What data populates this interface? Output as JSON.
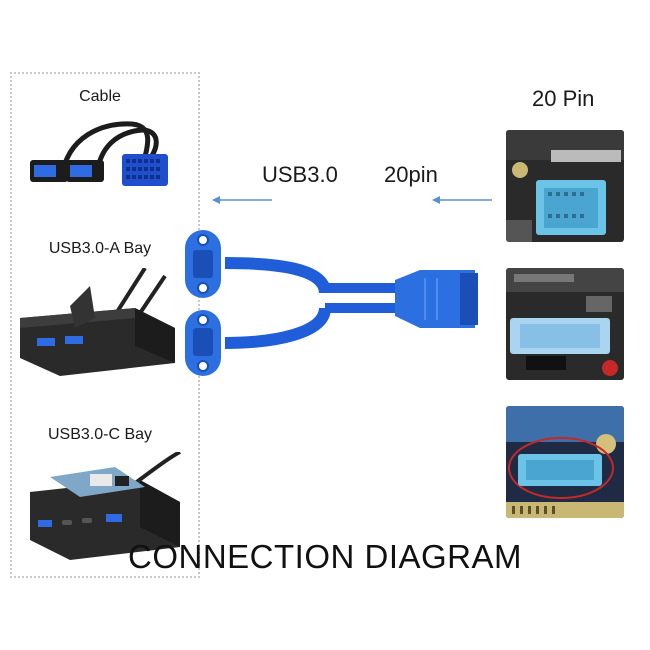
{
  "left_panel": {
    "cable_label": "Cable",
    "a_bay_label": "USB3.0-A Bay",
    "c_bay_label": "USB3.0-C Bay"
  },
  "arrows": {
    "usb_label": "USB3.0",
    "pin_label": "20pin"
  },
  "right_panel": {
    "header": "20 Pin"
  },
  "title": "CONNECTION DIAGRAM",
  "colors": {
    "usb_blue": "#1f5ed8",
    "connector_blue": "#2c6fe0",
    "arrow_blue": "#5a8fd0",
    "board_dark": "#2b2b2b",
    "header_blue": "#6cc3e8"
  },
  "icons": [
    "usb-cable-icon",
    "a-bay-icon",
    "c-bay-icon",
    "arrow-left-icon",
    "motherboard-photo"
  ]
}
